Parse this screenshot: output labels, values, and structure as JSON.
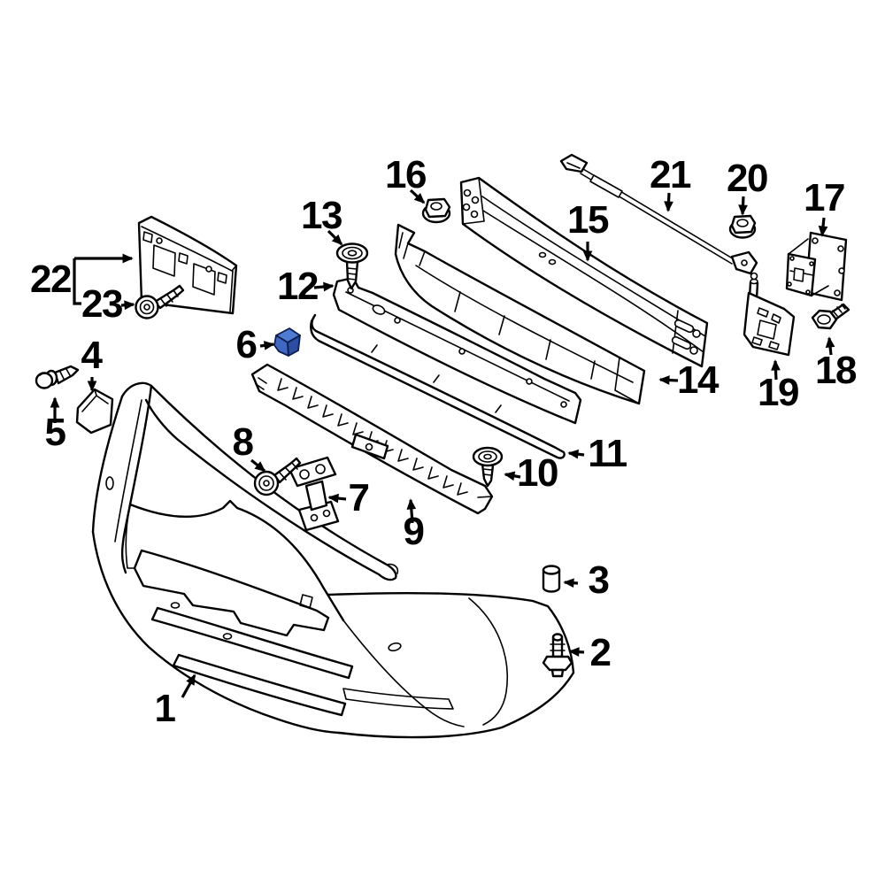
{
  "diagram": {
    "background": "#ffffff",
    "line_color": "#000000",
    "label_color": "#000000",
    "arrow_color": "#000000",
    "highlight": {
      "top": "#4f7bd2",
      "left": "#4067c2",
      "front": "#2d4da3"
    },
    "callouts": [
      {
        "num": "1"
      },
      {
        "num": "2"
      },
      {
        "num": "3"
      },
      {
        "num": "4"
      },
      {
        "num": "5"
      },
      {
        "num": "6"
      },
      {
        "num": "7"
      },
      {
        "num": "8"
      },
      {
        "num": "9"
      },
      {
        "num": "10"
      },
      {
        "num": "11"
      },
      {
        "num": "12"
      },
      {
        "num": "13"
      },
      {
        "num": "14"
      },
      {
        "num": "15"
      },
      {
        "num": "16"
      },
      {
        "num": "17"
      },
      {
        "num": "18"
      },
      {
        "num": "19"
      },
      {
        "num": "20"
      },
      {
        "num": "21"
      },
      {
        "num": "22"
      },
      {
        "num": "23"
      }
    ]
  }
}
